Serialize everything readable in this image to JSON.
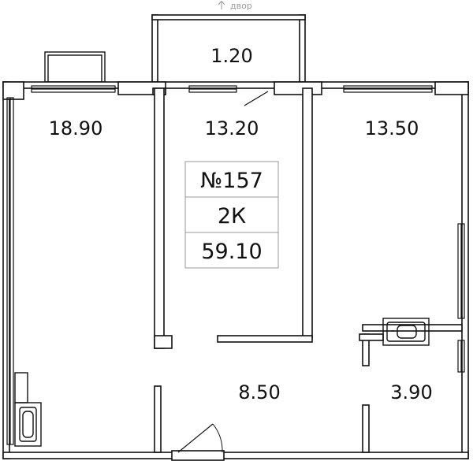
{
  "courtyard_note": "двор",
  "courtyard_arrow_icon": "arrow-up-icon",
  "rooms": [
    {
      "id": "balcony",
      "area": "1.20"
    },
    {
      "id": "room-left",
      "area": "18.90"
    },
    {
      "id": "room-middle",
      "area": "13.20"
    },
    {
      "id": "room-right",
      "area": "13.50"
    },
    {
      "id": "hallway",
      "area": "8.50"
    },
    {
      "id": "bathroom",
      "area": "3.90"
    }
  ],
  "apartment": {
    "number": "№157",
    "type": "2К",
    "total_area": "59.10"
  },
  "colors": {
    "line": "#111111",
    "note": "#9a9a9a",
    "background": "#ffffff"
  }
}
